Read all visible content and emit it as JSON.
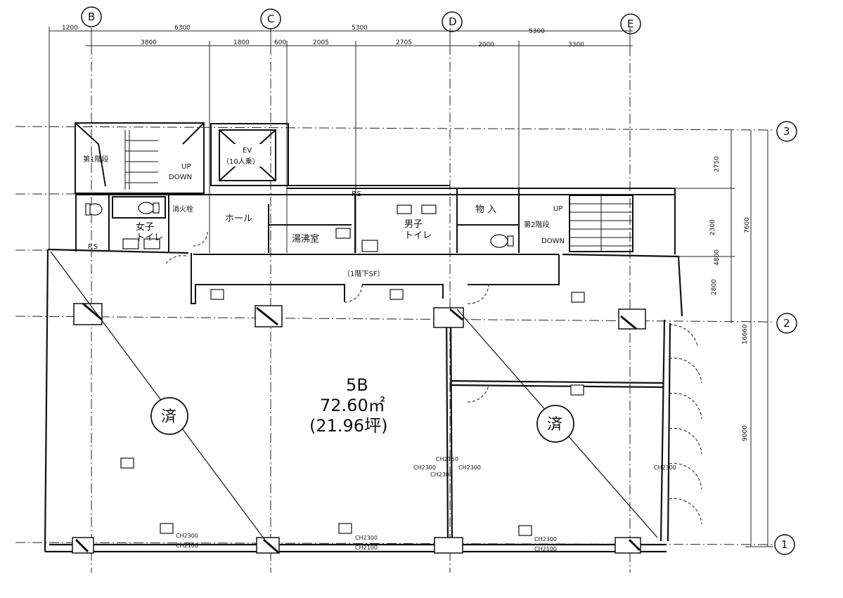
{
  "grid": {
    "columns": [
      "B",
      "C",
      "D",
      "E"
    ],
    "rows": [
      "3",
      "2",
      "1"
    ]
  },
  "dimensions": {
    "top_row1": [
      "1200",
      "6300",
      "5300",
      "5300"
    ],
    "top_row2": [
      "3800",
      "1800",
      "600",
      "2005",
      "2705",
      "2000",
      "3300"
    ],
    "right_col1": [
      "2750",
      "2300",
      "4800",
      "2800"
    ],
    "right_col2": [
      "7600",
      "16660",
      "9000"
    ]
  },
  "rooms": {
    "stair1": "第1階段",
    "ev": "EV",
    "ev_cap": "（10人乗）",
    "up1": "UP",
    "down1": "DOWN",
    "ps_top": "P.S",
    "hydrant": "消火栓",
    "hall": "ホール",
    "women_wc_1": "女子",
    "women_wc_2": "トイレ",
    "ps_left": "P.S",
    "kitchen": "湯沸室",
    "men_wc_1": "男子",
    "men_wc_2": "トイレ",
    "storage": "物 入",
    "up2": "UP",
    "stair2": "第2階段",
    "down2": "DOWN",
    "corridor": "（1階下SF）"
  },
  "unit": {
    "name": "5B",
    "area": "72.60㎡",
    "tsubo": "(21.96坪)"
  },
  "marks": {
    "contracted": "済"
  },
  "notes": {
    "ch1": "CH2300",
    "ch2": "CH2100",
    "ch3": "CH2300",
    "ch4": "CH2100",
    "ch5": "CH2300",
    "ch6": "CH2100",
    "ch7": "CH2150",
    "ch8": "CH2300",
    "ch9": "CH2300",
    "ch10": "CH2300",
    "ch11": "CH2300"
  }
}
